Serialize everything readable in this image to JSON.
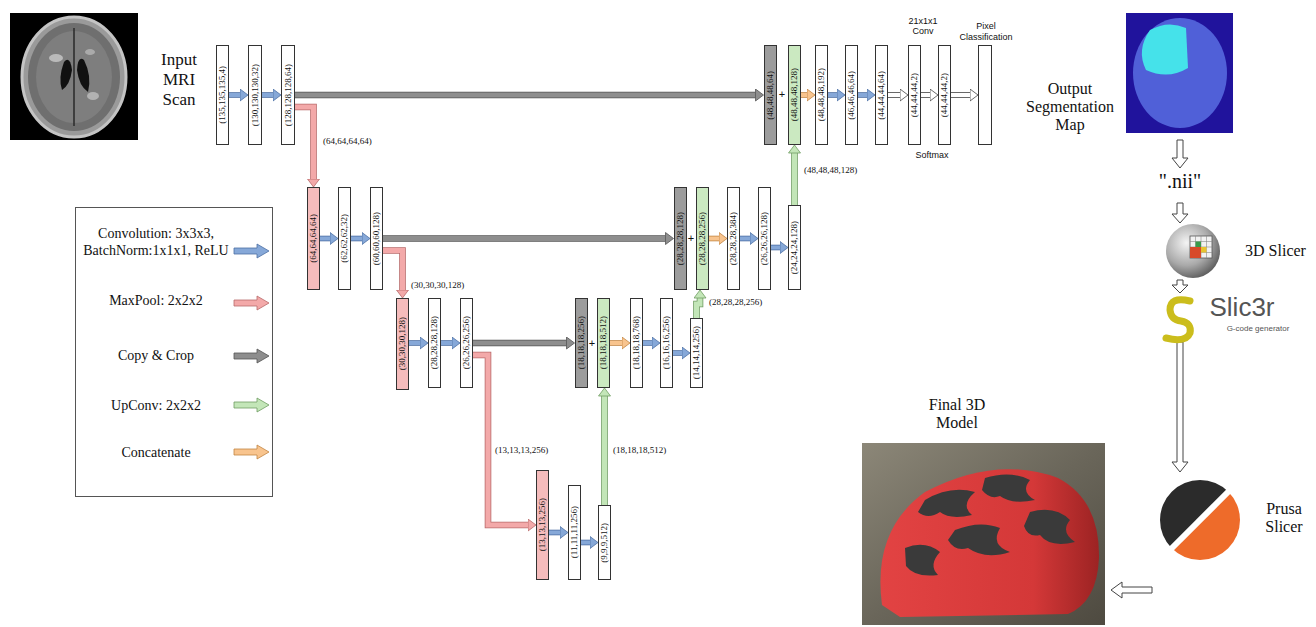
{
  "diagram": {
    "nodes": [
      {
        "text": [
          "(135,135,135,4)"
        ]
      },
      {
        "text": [
          "(130,130,130,32)"
        ]
      },
      {
        "text": [
          "(128,128,128,64)"
        ]
      },
      {
        "text": [
          "(48,48,48,64)"
        ]
      },
      {
        "text": [
          "(48,48,48,128)"
        ]
      },
      {
        "text": [
          "(48,48,48,192)"
        ]
      },
      {
        "text": [
          "(46,46,46,64)"
        ]
      },
      {
        "text": [
          "(44,44,44,64)"
        ]
      },
      {
        "text": [
          "(44,44,44,2)"
        ]
      },
      {
        "text": [
          "(44,44,44,2)"
        ]
      },
      {
        "text": [
          "Pixel Classification"
        ]
      },
      {
        "text": [
          "(64,64,64,64)"
        ]
      },
      {
        "text": [
          "(62,62,62,32)"
        ]
      },
      {
        "text": [
          "(60,60,60,128)"
        ]
      },
      {
        "text": [
          "(28,28,28,128)"
        ]
      },
      {
        "text": [
          "(28,28,28,256)"
        ]
      },
      {
        "text": [
          "(28,28,28,384)"
        ]
      },
      {
        "text": [
          "(26,26,26,128)"
        ]
      },
      {
        "text": [
          "(24,24,24,128)"
        ]
      },
      {
        "text": [
          "(30,30,30,128)"
        ]
      },
      {
        "text": [
          "(28,28,28,128)"
        ]
      },
      {
        "text": [
          "(26,26,26,256)"
        ]
      },
      {
        "text": [
          "(18,18,18,256)"
        ]
      },
      {
        "text": [
          "(18,18,18,512)"
        ]
      },
      {
        "text": [
          "(18,18,18,768)"
        ]
      },
      {
        "text": [
          "(16,16,16,256)"
        ]
      },
      {
        "text": [
          "(14,14,14,256)"
        ]
      },
      {
        "text": [
          "(13,13,13,256)"
        ]
      },
      {
        "text": [
          "(11,11,11,256)"
        ]
      },
      {
        "text": [
          "(9,9,9,512)"
        ]
      }
    ],
    "edges": [
      {
        "from": 0,
        "to": 1,
        "arrow": "to"
      },
      {
        "from": 1,
        "to": 2,
        "arrow": "to"
      },
      {
        "from": 2,
        "to": 3,
        "arrow": "to"
      },
      {
        "from": 2,
        "to": 11,
        "arrow": "to",
        "label": "(64,64,64,64)"
      },
      {
        "from": 4,
        "to": 5,
        "arrow": "to"
      },
      {
        "from": 5,
        "to": 6,
        "arrow": "to"
      },
      {
        "from": 6,
        "to": 7,
        "arrow": "to"
      },
      {
        "from": 7,
        "to": 8,
        "arrow": "to"
      },
      {
        "from": 8,
        "to": 9,
        "arrow": "to"
      },
      {
        "from": 9,
        "to": 10,
        "arrow": "to"
      },
      {
        "from": 11,
        "to": 12,
        "arrow": "to"
      },
      {
        "from": 12,
        "to": 13,
        "arrow": "to"
      },
      {
        "from": 13,
        "to": 14,
        "arrow": "to"
      },
      {
        "from": 13,
        "to": 19,
        "arrow": "to",
        "label": "(30,30,30,128)"
      },
      {
        "from": 15,
        "to": 16,
        "arrow": "to"
      },
      {
        "from": 16,
        "to": 17,
        "arrow": "to"
      },
      {
        "from": 17,
        "to": 18,
        "arrow": "to"
      },
      {
        "from": 18,
        "to": 4,
        "arrow": "to",
        "label": "(48,48,48,128)"
      },
      {
        "from": 19,
        "to": 20,
        "arrow": "to"
      },
      {
        "from": 20,
        "to": 21,
        "arrow": "to"
      },
      {
        "from": 21,
        "to": 22,
        "arrow": "to"
      },
      {
        "from": 21,
        "to": 27,
        "arrow": "to",
        "label": "(13,13,13,256)"
      },
      {
        "from": 23,
        "to": 24,
        "arrow": "to"
      },
      {
        "from": 24,
        "to": 25,
        "arrow": "to"
      },
      {
        "from": 25,
        "to": 26,
        "arrow": "to"
      },
      {
        "from": 26,
        "to": 15,
        "arrow": "to",
        "label": "(28,28,28,256)"
      },
      {
        "from": 27,
        "to": 28,
        "arrow": "to"
      },
      {
        "from": 28,
        "to": 29,
        "arrow": "to"
      },
      {
        "from": 29,
        "to": 23,
        "arrow": "to",
        "label": "(18,18,18,512)"
      }
    ],
    "labels": [
      "Input MRI Scan",
      "21x1x1 Conv",
      "Softmax",
      "Output Segmentation Map",
      "+",
      "+",
      "+",
      "\".nii\"",
      "3D Slicer",
      "Slic3r",
      "G-code generator",
      "Prusa Slicer",
      "Final 3D Model"
    ],
    "legend": [
      {
        "text": "Convolution: 3x3x3, BatchNorm:1x1x1, ReLU"
      },
      {
        "text": "MaxPool: 2x2x2"
      },
      {
        "text": "Copy & Crop"
      },
      {
        "text": "UpConv: 2x2x2"
      },
      {
        "text": "Concatenate"
      }
    ]
  }
}
